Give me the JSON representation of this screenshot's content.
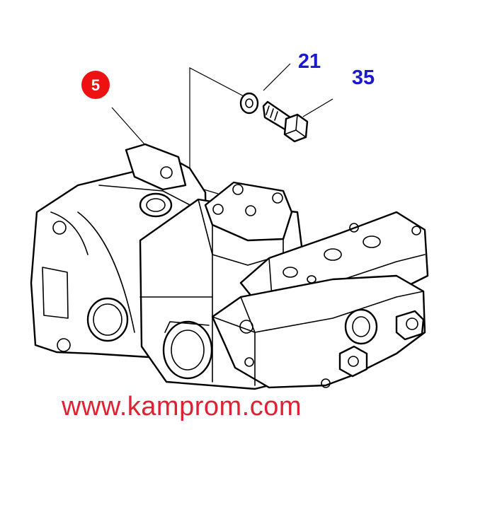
{
  "callouts": {
    "part_5": {
      "number": "5"
    },
    "part_21": {
      "number": "21"
    },
    "part_35": {
      "number": "35"
    }
  },
  "watermark": {
    "text": "www.kamprom.com"
  },
  "colors": {
    "badge_fill": "#ee1111",
    "callout_text": "#1a1acc",
    "watermark_text": "#dd2233",
    "line": "#000000",
    "background": "#ffffff"
  }
}
